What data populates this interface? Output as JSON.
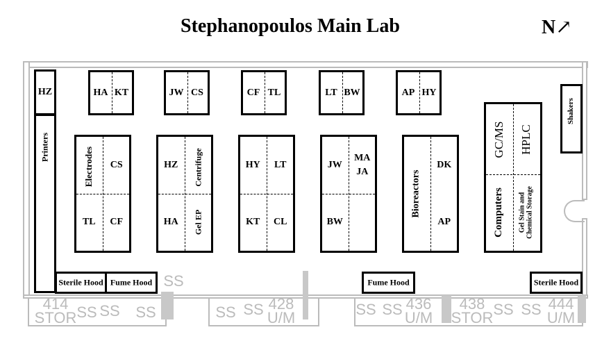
{
  "title": "Stephanopoulos Main Lab",
  "compass": {
    "label": "N",
    "arrow": "↗"
  },
  "wall_desk": {
    "hz": "HZ",
    "printers": "Printers"
  },
  "top_desks": [
    {
      "left": "HA",
      "right": "KT"
    },
    {
      "left": "JW",
      "right": "CS"
    },
    {
      "left": "CF",
      "right": "TL"
    },
    {
      "left": "LT",
      "right": "BW"
    },
    {
      "left": "AP",
      "right": "HY"
    }
  ],
  "benches": [
    {
      "tl": "Electrodes",
      "tr": "CS",
      "bl": "TL",
      "br": "CF"
    },
    {
      "tl": "HZ",
      "tr": "Centrifuge",
      "bl": "HA",
      "br": "Gel EP"
    },
    {
      "tl": "HY",
      "tr": "LT",
      "bl": "KT",
      "br": "CL"
    },
    {
      "tl": "JW",
      "tr": "MA JA",
      "bl": "BW",
      "br": ""
    },
    {
      "left": "Bioreactors",
      "tr": "DK",
      "br": "AP"
    }
  ],
  "instrument_bench": {
    "gcms": "GC/MS",
    "hplc": "HPLC",
    "computers": "Computers",
    "gel_stain_1": "Gel Stain and",
    "gel_stain_2": "Chemical Storage"
  },
  "shakers": "Shakers",
  "hoods": [
    "Sterile Hood",
    "Fume Hood",
    "Fume Hood",
    "Sterile Hood"
  ],
  "floor_labels": {
    "ss": "SS",
    "r414": "414",
    "stor": "STOR",
    "r428": "428",
    "um": "U/M",
    "r436": "436",
    "r438": "438",
    "r444": "444"
  }
}
